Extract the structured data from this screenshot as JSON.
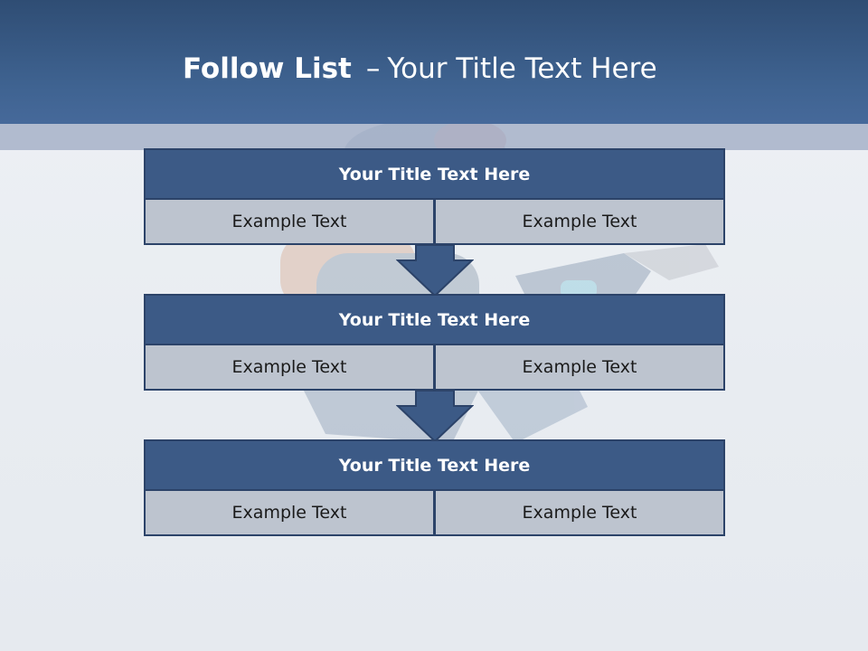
{
  "header": {
    "title_bold": "Follow List",
    "title_dash": "–",
    "title_rest": "Your Title Text Here"
  },
  "steps": [
    {
      "title": "Your Title Text Here",
      "left": "Example Text",
      "right": "Example Text"
    },
    {
      "title": "Your Title Text Here",
      "left": "Example Text",
      "right": "Example Text"
    },
    {
      "title": "Your Title Text Here",
      "left": "Example Text",
      "right": "Example Text"
    }
  ],
  "colors": {
    "header": "#3f6391",
    "box_title": "#3c5a86",
    "box_cell": "#bdc4cf",
    "border": "#2c4369"
  }
}
